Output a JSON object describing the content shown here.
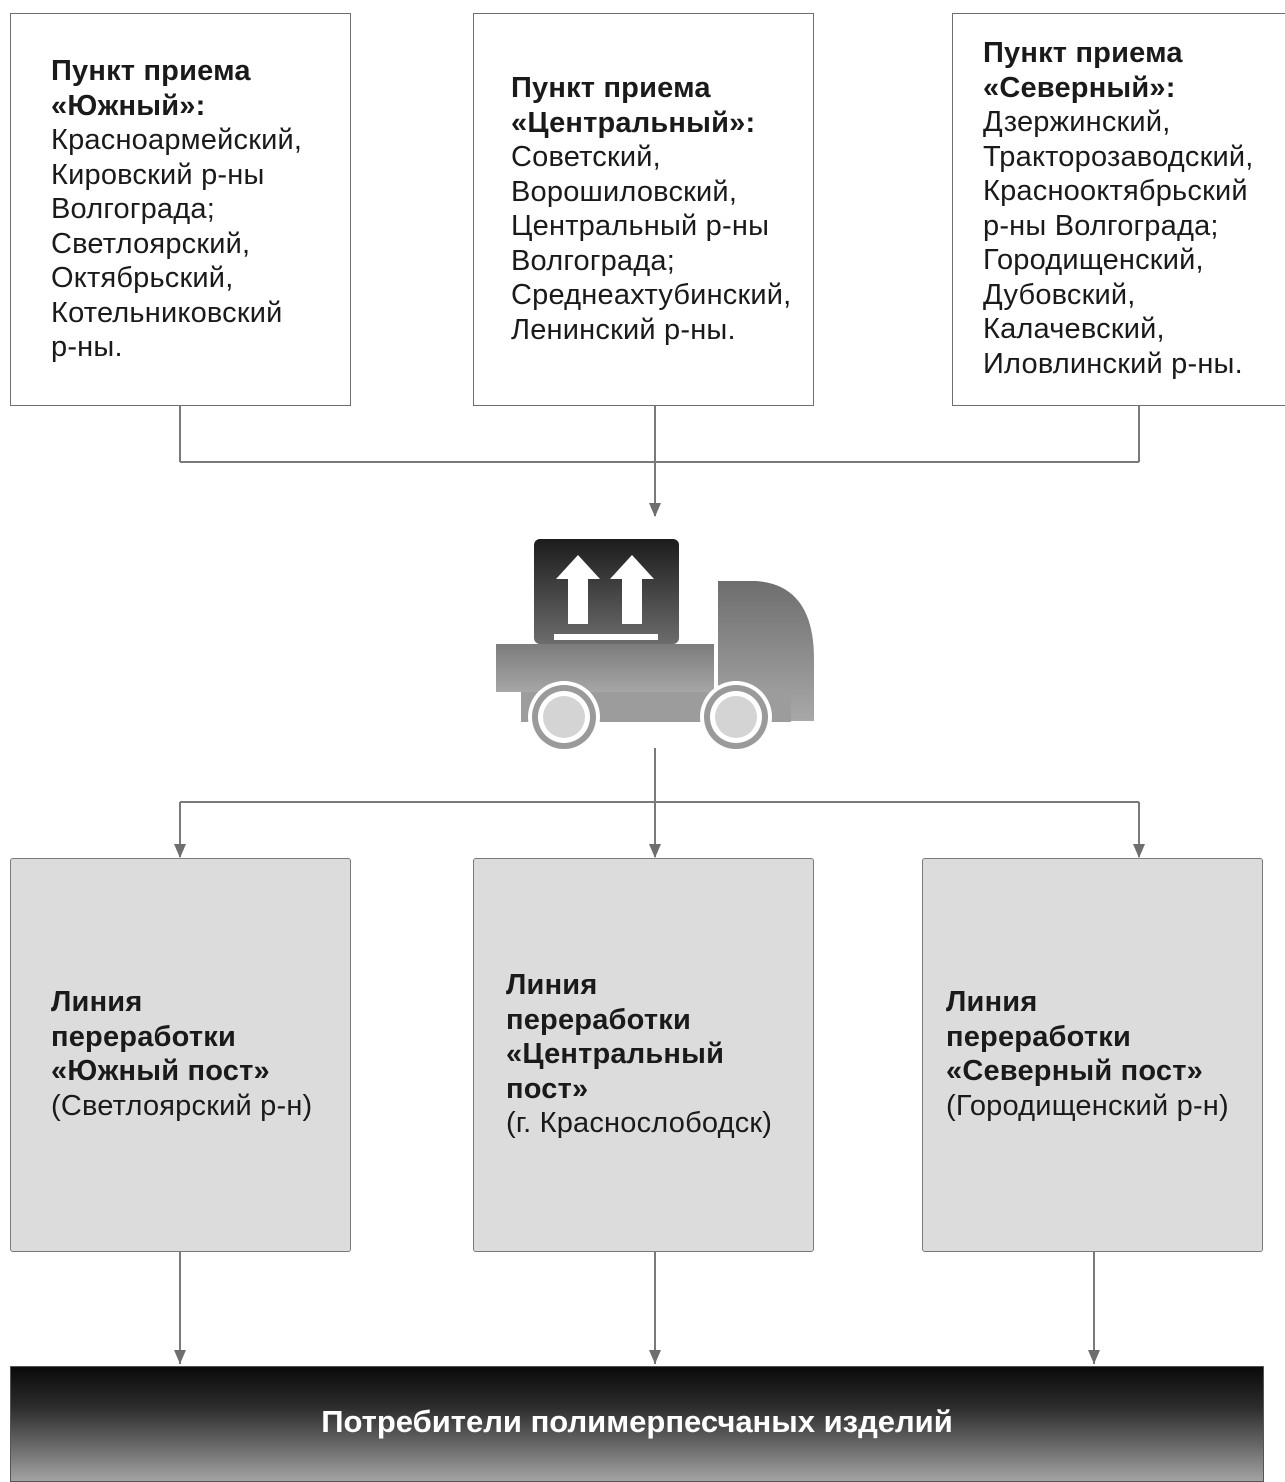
{
  "collection_points": [
    {
      "title": "Пункт приема\n«Южный»:",
      "districts": "Красноармейский,\nКировский р-ны\nВолгограда;\nСветлоярский,\nОктябрьский,\nКотельниковский\nр-ны."
    },
    {
      "title": "Пункт приема\n«Центральный»:",
      "districts": "Советский,\nВорошиловский,\nЦентральный р-ны\nВолгограда;\nСреднеахтубинский,\nЛенинский р-ны."
    },
    {
      "title": "Пункт приема\n«Северный»:",
      "districts": "Дзержинский,\nТракторозаводский,\nКраснооктябрьский\nр-ны Волгограда;\nГородищенский,\nДубовский,\nКалачевский,\nИловлинский р-ны."
    }
  ],
  "processing_lines": [
    {
      "title": "Линия\nпереработки\n«Южный пост»",
      "location": "(Светлоярский р-н)"
    },
    {
      "title": "Линия\nпереработки\n«Центральный\nпост»",
      "location": "(г. Краснослободск)"
    },
    {
      "title": "Линия\nпереработки\n«Северный пост»",
      "location": "(Городищенский р-н)"
    }
  ],
  "consumers": {
    "label": "Потребители полимерпесчаных изделий"
  },
  "icons": {
    "transport": "truck-icon"
  },
  "colors": {
    "line": "#6e6e6e",
    "processing_fill": "#dcdcdc",
    "bar_dark": "#0a0a0a",
    "bar_light": "#a3a3a3"
  }
}
